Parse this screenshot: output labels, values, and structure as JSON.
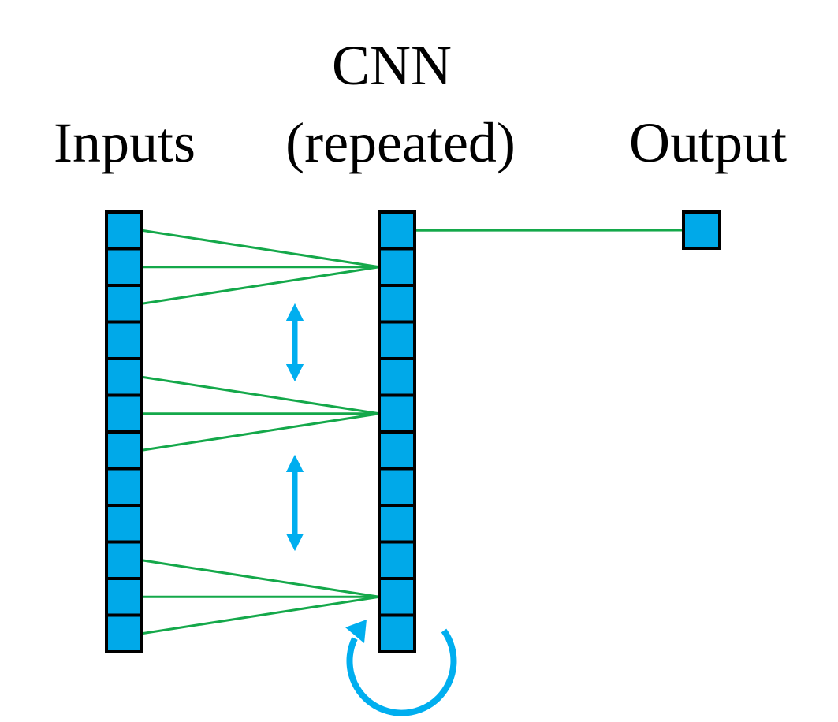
{
  "labels": {
    "inputs": "Inputs",
    "cnn_line1": "CNN",
    "cnn_line2": "(repeated)",
    "output": "Output"
  },
  "structure": {
    "input_cell_count": 12,
    "cnn_cell_count": 12,
    "output_cell_count": 1,
    "receptive_field_size": 3,
    "connections": [
      {
        "cnn_cell": 1,
        "input_cells": [
          0,
          1,
          2
        ]
      },
      {
        "cnn_cell": 5,
        "input_cells": [
          4,
          5,
          6
        ]
      },
      {
        "cnn_cell": 10,
        "input_cells": [
          9,
          10,
          11
        ]
      }
    ],
    "output_source_cnn_cell": 0
  },
  "colors": {
    "cell_fill": "#00a9e9",
    "cell_stroke": "#000000",
    "connection": "#14a84a",
    "arrow": "#00aeef",
    "text": "#000000"
  },
  "icons": {
    "slide_arrow": "double-headed-vertical-arrow",
    "repeat_arrow": "circular-repeat-arrow"
  }
}
